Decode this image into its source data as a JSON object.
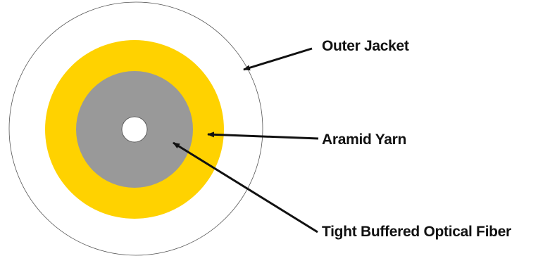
{
  "labels": {
    "outer_jacket": "Outer Jacket",
    "aramid_yarn": "Aramid Yarn",
    "tight_buffered_optical_fiber": "Tight Buffered Optical Fiber"
  },
  "colors": {
    "outer_jacket": "#ffffff",
    "outer_jacket_outline": "#555555",
    "aramid_yarn": "#ffd200",
    "buffer": "#999999",
    "fiber_core": "#ffffff",
    "arrow": "#111111"
  }
}
